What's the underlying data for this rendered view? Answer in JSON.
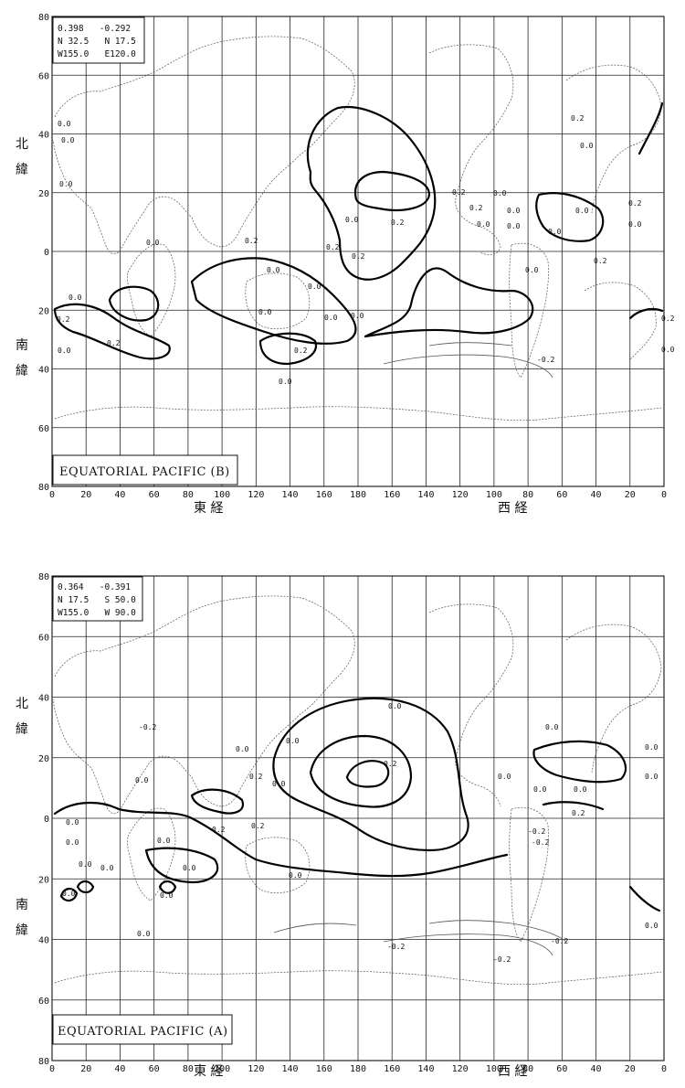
{
  "panels": [
    {
      "id": "B",
      "title": "EQUATORIAL PACIFIC (B)",
      "info": {
        "line1": "0.398   -0.292",
        "line2": "N 32.5   N 17.5",
        "line3": "W155.0   E120.0"
      },
      "lat_ticks": [
        "80",
        "60",
        "40",
        "20",
        "0",
        "20",
        "40",
        "60",
        "80"
      ],
      "lon_ticks": [
        "0",
        "20",
        "40",
        "60",
        "80",
        "100",
        "120",
        "140",
        "160",
        "180",
        "160",
        "140",
        "120",
        "100",
        "80",
        "60",
        "40",
        "20",
        "0"
      ],
      "hemisphere_labels": {
        "north_1": "北",
        "north_2": "緯",
        "south_1": "南",
        "south_2": "緯"
      },
      "longitude_labels": {
        "east": "東 経",
        "west": "西 経"
      },
      "contour_labels": [
        "0.0",
        "0.0",
        "0.0",
        "0.2",
        "0.0",
        "0.0",
        "0.2",
        "0.2",
        "0.2",
        "0.0",
        "0.2",
        "0.0",
        "0.2",
        "0.0",
        "0.0",
        "0.0",
        "0.0",
        "0.2",
        "0.0",
        "0.2",
        "0.0",
        "0.0",
        "0.2",
        "0.0",
        "0.2",
        "0.0",
        "0.0",
        "0.0",
        "0.2",
        "0.0",
        "0.0",
        "0.2",
        "0.0",
        "0.0",
        "-0.2",
        "0.2",
        "0.0"
      ]
    },
    {
      "id": "A",
      "title": "EQUATORIAL PACIFIC (A)",
      "info": {
        "line1": "0.364   -0.391",
        "line2": "N 17.5   S 50.0",
        "line3": "W155.0   W 90.0"
      },
      "lat_ticks": [
        "80",
        "60",
        "40",
        "20",
        "0",
        "20",
        "40",
        "60",
        "80"
      ],
      "lon_ticks": [
        "0",
        "20",
        "40",
        "60",
        "80",
        "100",
        "120",
        "140",
        "160",
        "180",
        "160",
        "140",
        "120",
        "100",
        "80",
        "60",
        "40",
        "20",
        "0"
      ],
      "hemisphere_labels": {
        "north_1": "北",
        "north_2": "緯",
        "south_1": "南",
        "south_2": "緯"
      },
      "longitude_labels": {
        "east": "東 経",
        "west": "西 経"
      },
      "contour_labels": [
        "-0.2",
        "0.0",
        "0.0",
        "0.0",
        "0.0",
        "0.0",
        "0.0",
        "0.0",
        "0.0",
        "0.0",
        "0.0",
        "0.2",
        "0.2",
        "0.2",
        "0.0",
        "0.0",
        "0.0",
        "0.0",
        "0.2",
        "0.0",
        "0.0",
        "0.0",
        "0.0",
        "0.0",
        "0.0",
        "0.0",
        "-0.2",
        "-0.2",
        "0.2",
        "0.0",
        "-0.2",
        "-0.2",
        "-0.2"
      ]
    }
  ]
}
